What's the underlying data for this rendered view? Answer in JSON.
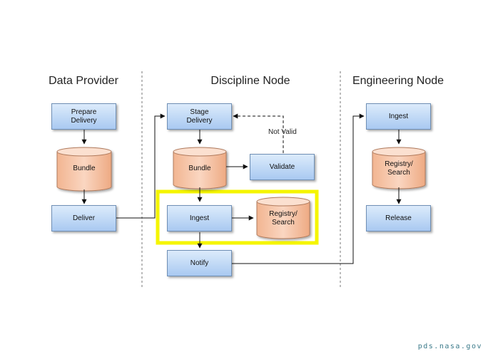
{
  "lanes": {
    "data_provider": "Data Provider",
    "discipline_node": "Discipline Node",
    "engineering_node": "Engineering Node"
  },
  "nodes": {
    "prepare_delivery": "Prepare\nDelivery",
    "dp_bundle": "Bundle",
    "deliver": "Deliver",
    "stage_delivery": "Stage\nDelivery",
    "dn_bundle": "Bundle",
    "validate": "Validate",
    "dn_ingest": "Ingest",
    "dn_registry": "Registry/\nSearch",
    "notify": "Notify",
    "en_ingest": "Ingest",
    "en_registry": "Registry/\nSearch",
    "release": "Release"
  },
  "edges": {
    "not_valid": "Not Valid"
  },
  "footer": {
    "site": "pds.nasa.gov"
  },
  "colors": {
    "process_fill_top": "#dcebfb",
    "process_fill_bottom": "#a9c9f1",
    "datastore_fill": "#f7c6aa",
    "highlight": "#f5f500"
  }
}
